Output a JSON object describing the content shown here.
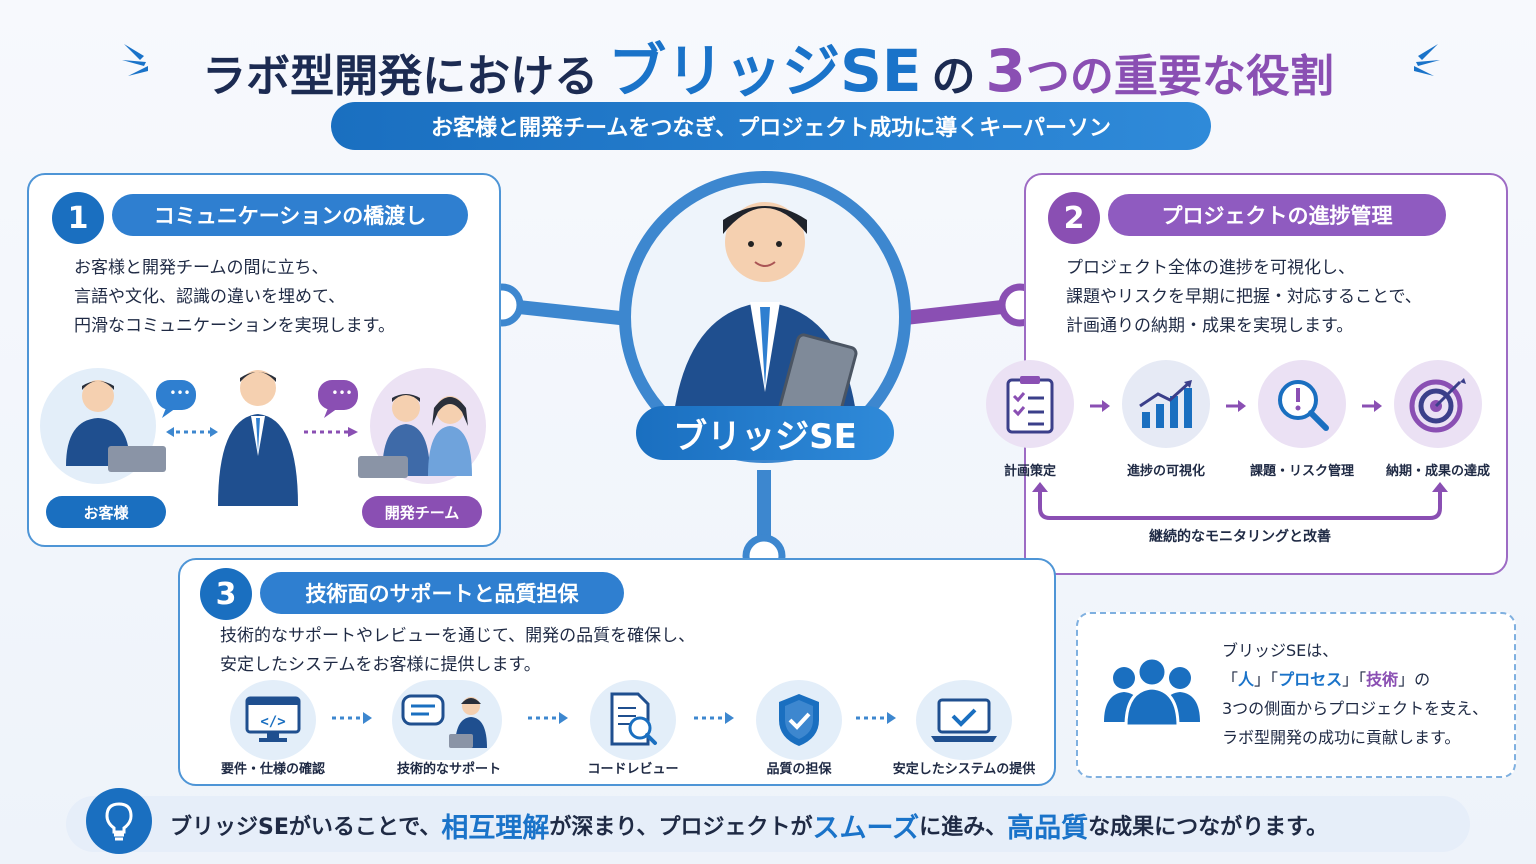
{
  "title": {
    "part1": "ラボ型開発における",
    "part2": "ブリッジSE",
    "part3": "の",
    "part4": "3",
    "part5": "つの重要な役割"
  },
  "subtitle": "お客様と開発チームをつなぎ、プロジェクト成功に導くキーパーソン",
  "center": {
    "label": "ブリッジSE"
  },
  "role1": {
    "number": "1",
    "heading": "コミュニケーションの橋渡し",
    "lines": [
      "お客様と開発チームの間に立ち、",
      "言語や文化、認識の違いを埋めて、",
      "円滑なコミュニケーションを実現します。"
    ],
    "customer_tag": "お客様",
    "team_tag": "開発チーム",
    "chat_dots": "•••"
  },
  "role2": {
    "number": "2",
    "heading": "プロジェクトの進捗管理",
    "lines": [
      "プロジェクト全体の進捗を可視化し、",
      "課題やリスクを早期に把握・対応することで、",
      "計画通りの納期・成果を実現します。"
    ],
    "steps": [
      {
        "label": "計画策定",
        "icon": "checklist-icon"
      },
      {
        "label": "進捗の可視化",
        "icon": "growth-chart-icon"
      },
      {
        "label": "課題・リスク管理",
        "icon": "magnifier-alert-icon"
      },
      {
        "label": "納期・成果の達成",
        "icon": "target-icon"
      }
    ],
    "loop_label": "継続的なモニタリングと改善"
  },
  "role3": {
    "number": "3",
    "heading": "技術面のサポートと品質担保",
    "lines": [
      "技術的なサポートやレビューを通じて、開発の品質を確保し、",
      "安定したシステムをお客様に提供します。"
    ],
    "steps": [
      {
        "label": "要件・仕様の確認",
        "icon": "code-monitor-icon"
      },
      {
        "label": "技術的なサポート",
        "icon": "support-chat-icon"
      },
      {
        "label": "コードレビュー",
        "icon": "document-review-icon"
      },
      {
        "label": "品質の担保",
        "icon": "shield-check-icon"
      },
      {
        "label": "安定したシステムの提供",
        "icon": "laptop-check-icon"
      }
    ]
  },
  "summary": {
    "line1": "ブリッジSEは、",
    "bracket_open": "「",
    "bracket_close": "」",
    "people": "人",
    "process": "プロセス",
    "tech": "技術",
    "no": "の",
    "line3": "3つの側面からプロジェクトを支え、",
    "line4": "ラボ型開発の成功に貢献します。"
  },
  "footer": {
    "a": "ブリッジSEがいることで、",
    "b": "相互理解",
    "c": "が深まり、プロジェクトが",
    "d": "スムーズ",
    "e": "に進み、",
    "f": "高品質",
    "g": "な成果につながります。"
  },
  "colors": {
    "blue": "#1a73c9",
    "purple": "#8a4fb3",
    "navy": "#1c2b52"
  }
}
